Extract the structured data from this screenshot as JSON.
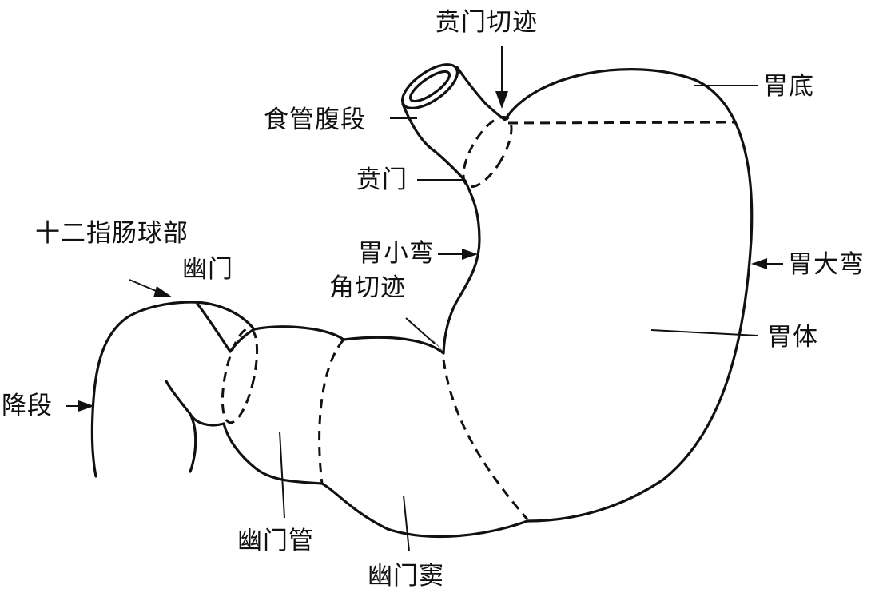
{
  "labels": {
    "cardiac_notch": "贲门切迹",
    "fundus": "胃底",
    "abdominal_esophagus": "食管腹段",
    "cardia": "贲门",
    "duodenal_bulb": "十二指肠球部",
    "pylorus": "幽门",
    "lesser_curvature": "胃小弯",
    "greater_curvature": "胃大弯",
    "angular_incisure": "角切迹",
    "body": "胃体",
    "descending_part": "降段",
    "pyloric_canal": "幽门管",
    "pyloric_antrum": "幽门窦"
  },
  "colors": {
    "line": "#111111",
    "background": "#ffffff"
  }
}
